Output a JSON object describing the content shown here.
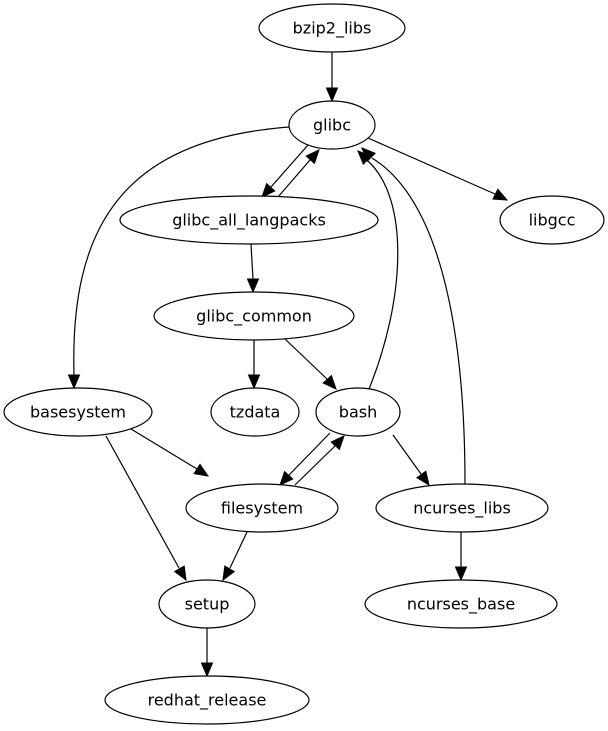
{
  "graph": {
    "type": "directed-dependency-graph",
    "nodes": [
      {
        "id": "bzip2_libs",
        "label": "bzip2_libs"
      },
      {
        "id": "glibc",
        "label": "glibc"
      },
      {
        "id": "glibc_all_langpacks",
        "label": "glibc_all_langpacks"
      },
      {
        "id": "libgcc",
        "label": "libgcc"
      },
      {
        "id": "glibc_common",
        "label": "glibc_common"
      },
      {
        "id": "basesystem",
        "label": "basesystem"
      },
      {
        "id": "tzdata",
        "label": "tzdata"
      },
      {
        "id": "bash",
        "label": "bash"
      },
      {
        "id": "filesystem",
        "label": "filesystem"
      },
      {
        "id": "ncurses_libs",
        "label": "ncurses_libs"
      },
      {
        "id": "setup",
        "label": "setup"
      },
      {
        "id": "ncurses_base",
        "label": "ncurses_base"
      },
      {
        "id": "redhat_release",
        "label": "redhat_release"
      }
    ],
    "edges": [
      {
        "from": "bzip2_libs",
        "to": "glibc"
      },
      {
        "from": "glibc",
        "to": "glibc_all_langpacks"
      },
      {
        "from": "glibc_all_langpacks",
        "to": "glibc"
      },
      {
        "from": "glibc",
        "to": "libgcc"
      },
      {
        "from": "glibc",
        "to": "basesystem"
      },
      {
        "from": "glibc_all_langpacks",
        "to": "glibc_common"
      },
      {
        "from": "glibc_common",
        "to": "tzdata"
      },
      {
        "from": "glibc_common",
        "to": "bash"
      },
      {
        "from": "bash",
        "to": "glibc"
      },
      {
        "from": "ncurses_libs",
        "to": "glibc"
      },
      {
        "from": "basesystem",
        "to": "filesystem"
      },
      {
        "from": "basesystem",
        "to": "setup"
      },
      {
        "from": "bash",
        "to": "filesystem"
      },
      {
        "from": "filesystem",
        "to": "bash"
      },
      {
        "from": "bash",
        "to": "ncurses_libs"
      },
      {
        "from": "filesystem",
        "to": "setup"
      },
      {
        "from": "ncurses_libs",
        "to": "ncurses_base"
      },
      {
        "from": "setup",
        "to": "redhat_release"
      }
    ]
  }
}
